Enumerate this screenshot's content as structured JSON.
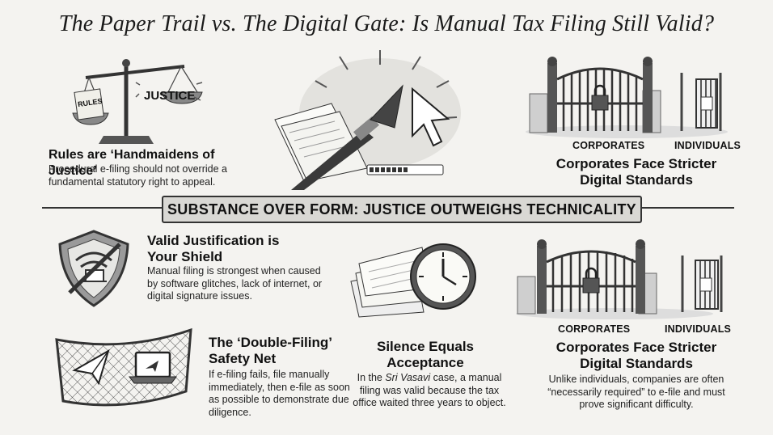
{
  "title": "The Paper Trail vs. The Digital Gate: Is Manual Tax Filing Still Valid?",
  "banner": "SUBSTANCE OVER FORM: JUSTICE OUTWEIGHS TECHNICALITY",
  "scales": {
    "rules_label": "RULES",
    "justice_label": "JUSTICE",
    "heading": "Rules are ‘Handmaidens of Justice’",
    "body": "Procedural e-filing should not override a fundamental statutory right to appeal."
  },
  "gate_top": {
    "corporates_label": "CORPORATES",
    "individuals_label": "INDIVIDUALS",
    "heading": "Corporates Face Stricter Digital Standards"
  },
  "shield": {
    "heading": "Valid Justification is Your Shield",
    "body": "Manual filing is strongest when caused by software glitches, lack of internet, or digital signature issues."
  },
  "safety_net": {
    "heading": "The ‘Double-Filing’ Safety Net",
    "body": "If e-filing fails, file manually immediately, then e-file as soon as possible to demonstrate due diligence."
  },
  "silence": {
    "heading": "Silence Equals Acceptance",
    "body_pre": "In the ",
    "body_case": "Sri Vasavi",
    "body_post": " case, a manual filing was valid because the tax office waited three years to object."
  },
  "gate_bottom": {
    "corporates_label": "CORPORATES",
    "individuals_label": "INDIVIDUALS",
    "heading": "Corporates Face Stricter Digital Standards",
    "body": "Unlike individuals, companies are often “necessarily required” to e-file and must prove significant difficulty."
  },
  "icons": {
    "scales": "scales-of-justice-icon",
    "pen_cursor": "fountain-pen-and-cursor-icon",
    "gate": "locked-gate-icon",
    "shield": "shield-no-wifi-icon",
    "net": "safety-net-icon",
    "clock": "clock-and-papers-icon"
  }
}
